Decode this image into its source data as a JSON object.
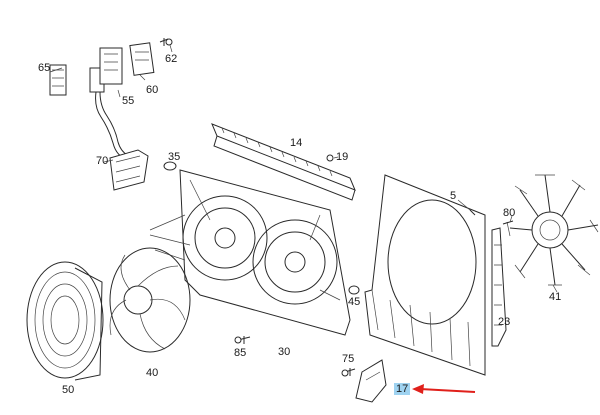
{
  "callouts": {
    "c65": "65",
    "c62": "62",
    "c60": "60",
    "c55": "55",
    "c14": "14",
    "c70": "70",
    "c35": "35",
    "c19": "19",
    "c5": "5",
    "c80": "80",
    "c41": "41",
    "c45": "45",
    "c23": "23",
    "c85": "85",
    "c30": "30",
    "c75": "75",
    "c17": "17",
    "c50": "50",
    "c40": "40"
  },
  "highlight": {
    "label_ref": "c17",
    "arrow_color": "#e0201b",
    "box_color": "#9fd3f1"
  }
}
